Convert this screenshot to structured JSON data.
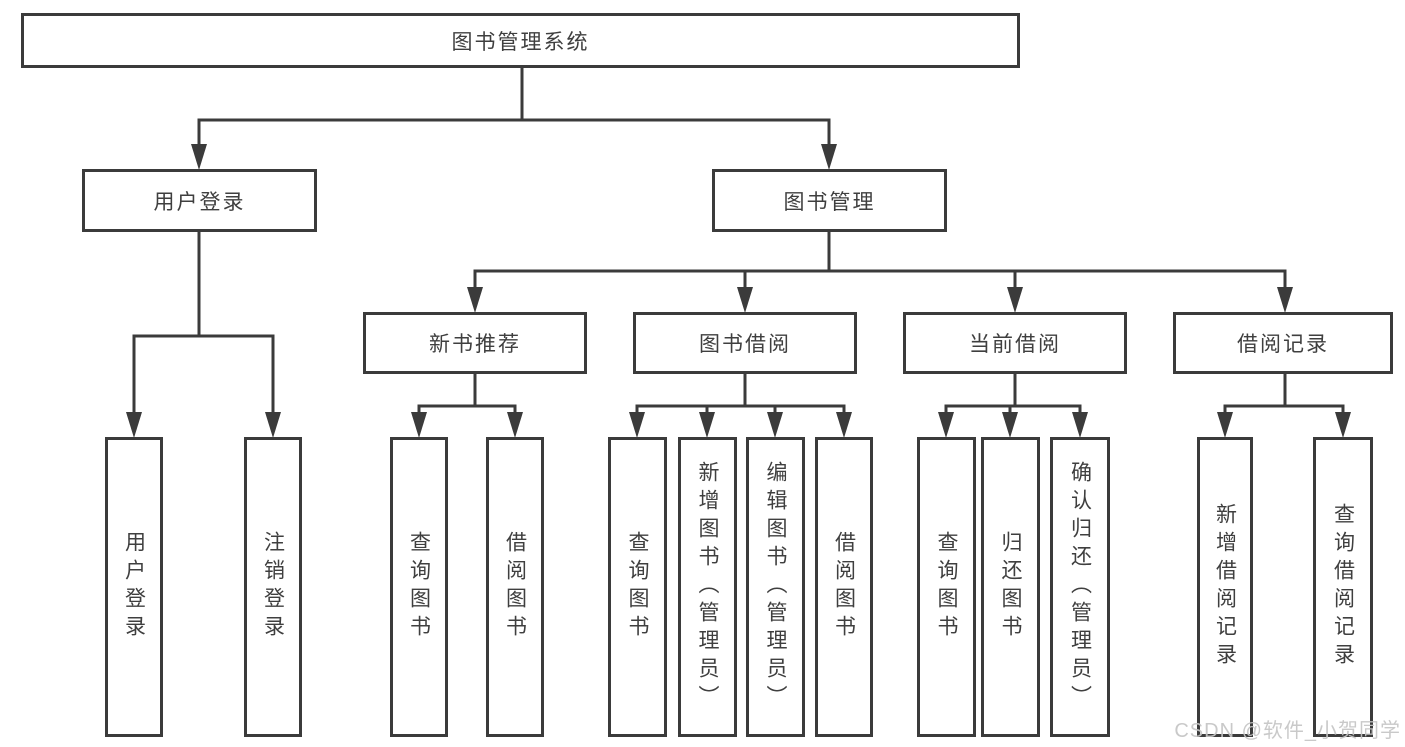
{
  "diagram": {
    "root": "图书管理系统",
    "level2": [
      "用户登录",
      "图书管理"
    ],
    "level3": [
      "新书推荐",
      "图书借阅",
      "当前借阅",
      "借阅记录"
    ],
    "leaves_login": [
      "用户登录",
      "注销登录"
    ],
    "leaves_newbook": [
      "查询图书",
      "借阅图书"
    ],
    "leaves_borrow": [
      "查询图书",
      "新增图书（管理员）",
      "编辑图书（管理员）",
      "借阅图书"
    ],
    "leaves_current": [
      "查询图书",
      "归还图书",
      "确认归还（管理员）"
    ],
    "leaves_record": [
      "新增借阅记录",
      "查询借阅记录"
    ]
  },
  "watermark": "CSDN @软件_小贺同学",
  "colors": {
    "line": "#3b3b3b",
    "text": "#3f3f3f",
    "box_fill": "#ffffff",
    "watermark": "#c5c5c5",
    "background": "#ffffff"
  }
}
